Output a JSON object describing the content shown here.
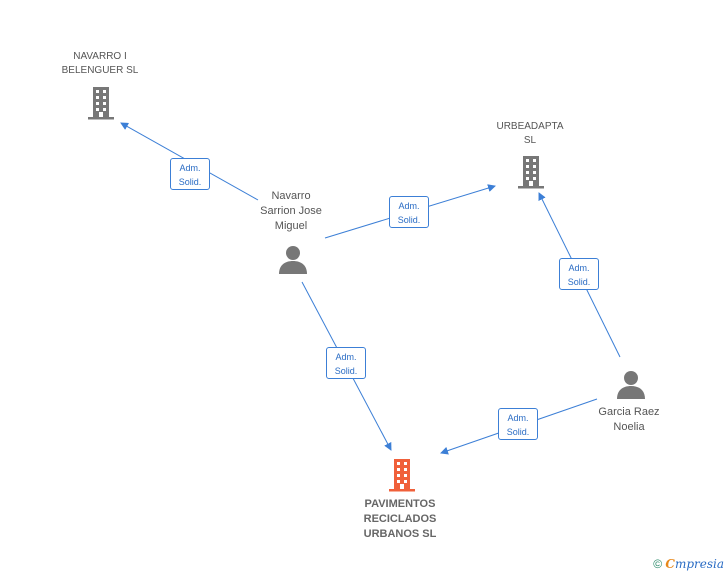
{
  "nodes": {
    "navarro_i_belenguer": {
      "line1": "NAVARRO I",
      "line2": "BELENGUER SL"
    },
    "urbeadapta": {
      "line1": "URBEADAPTA",
      "line2": "SL"
    },
    "navarro_sarrion": {
      "line1": "Navarro",
      "line2": "Sarrion Jose",
      "line3": "Miguel"
    },
    "garcia_raez": {
      "line1": "Garcia Raez",
      "line2": "Noelia"
    },
    "pavimentos": {
      "line1": "PAVIMENTOS",
      "line2": "RECICLADOS",
      "line3": "URBANOS  SL"
    }
  },
  "edges": [
    {
      "from": "navarro_sarrion",
      "to": "navarro_i_belenguer",
      "line1": "Adm.",
      "line2": "Solid."
    },
    {
      "from": "navarro_sarrion",
      "to": "urbeadapta",
      "line1": "Adm.",
      "line2": "Solid."
    },
    {
      "from": "navarro_sarrion",
      "to": "pavimentos",
      "line1": "Adm.",
      "line2": "Solid."
    },
    {
      "from": "garcia_raez",
      "to": "urbeadapta",
      "line1": "Adm.",
      "line2": "Solid."
    },
    {
      "from": "garcia_raez",
      "to": "pavimentos",
      "line1": "Adm.",
      "line2": "Solid."
    }
  ],
  "colors": {
    "edge": "#3c7fd6",
    "company_icon": "#777777",
    "main_company_icon": "#f0603a",
    "person_icon": "#777777"
  },
  "footer": {
    "copyright": "©",
    "brand_first": "C",
    "brand_rest": "mpresia"
  }
}
